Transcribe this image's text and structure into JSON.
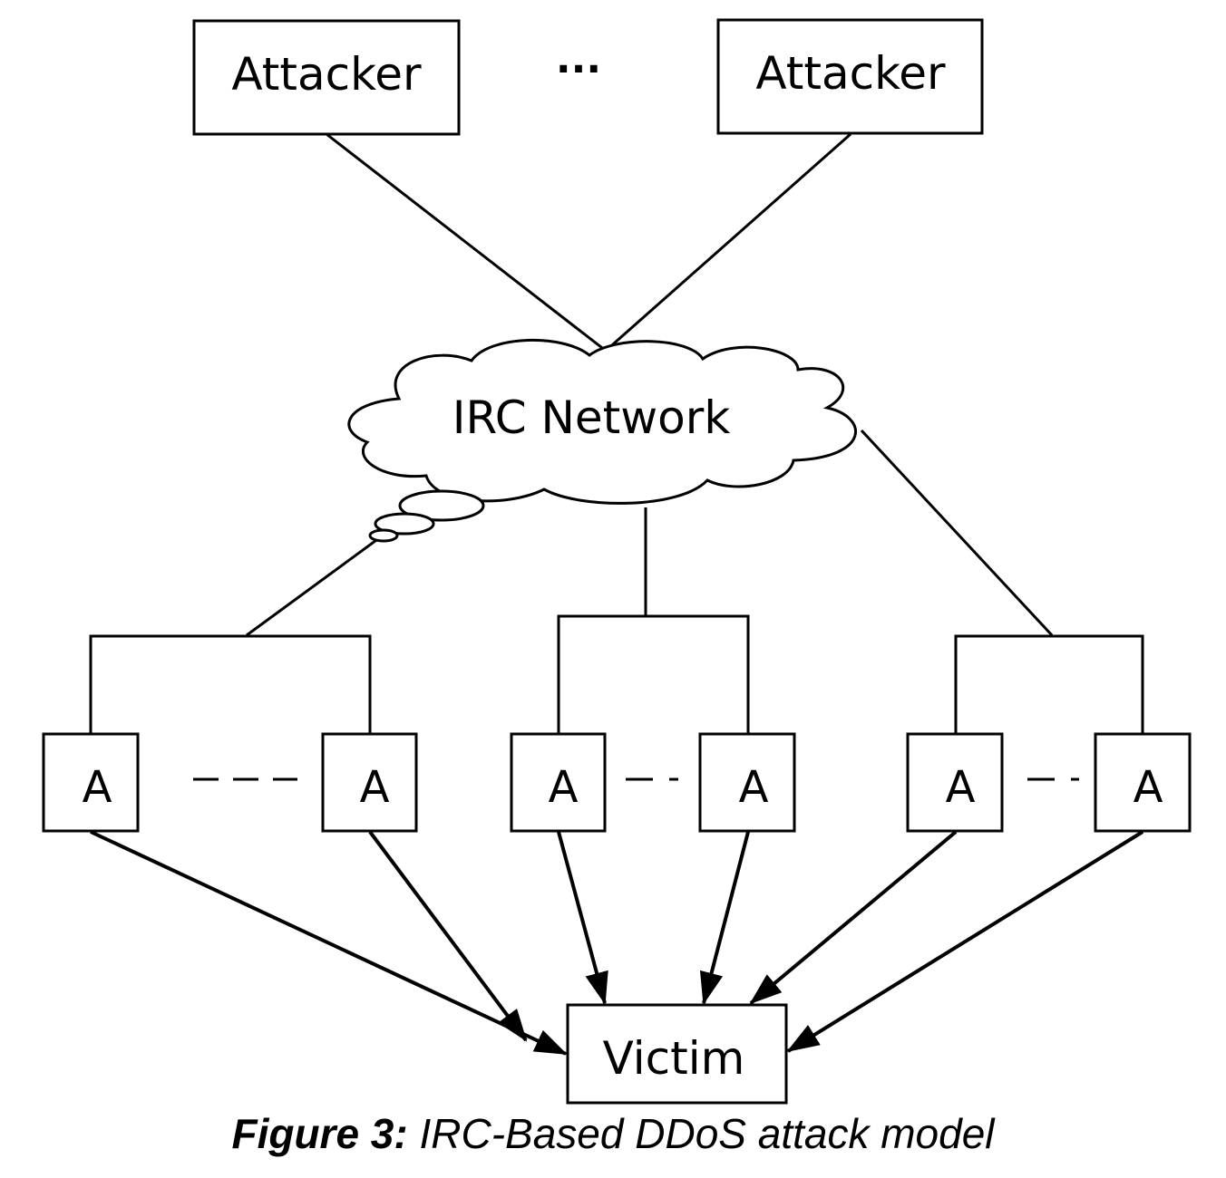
{
  "diagram": {
    "attackers": [
      {
        "label": "Attacker"
      },
      {
        "label": "Attacker"
      }
    ],
    "attacker_ellipsis": "...",
    "network": {
      "label": "IRC Network"
    },
    "agent_groups": [
      {
        "agents": [
          {
            "label": "A"
          },
          {
            "label": "A"
          }
        ]
      },
      {
        "agents": [
          {
            "label": "A"
          },
          {
            "label": "A"
          }
        ]
      },
      {
        "agents": [
          {
            "label": "A"
          },
          {
            "label": "A"
          }
        ]
      }
    ],
    "victim": {
      "label": "Victim"
    }
  },
  "caption": {
    "prefix": "Figure 3:",
    "text": " IRC-Based DDoS attack model"
  }
}
